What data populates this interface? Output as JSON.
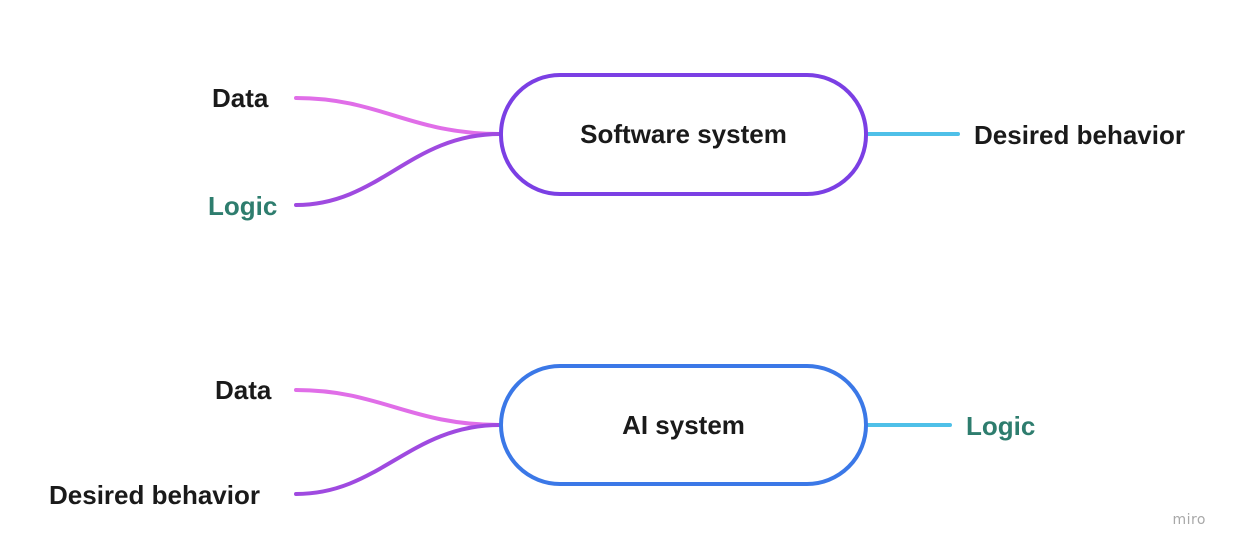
{
  "colors": {
    "input_edge_top": "#e06ee8",
    "input_edge_bottom": "#9f4ae0",
    "output_edge": "#4fc0e8",
    "software_node_border": "#7b3fe4",
    "ai_node_border": "#3b78e7",
    "logic_text": "#2e7d6e",
    "text": "#1a1a1a"
  },
  "diagrams": [
    {
      "node": "Software system",
      "inputs": [
        "Data",
        "Logic"
      ],
      "output": "Desired behavior"
    },
    {
      "node": "AI system",
      "inputs": [
        "Data",
        "Desired behavior"
      ],
      "output": "Logic"
    }
  ],
  "watermark": "miro"
}
